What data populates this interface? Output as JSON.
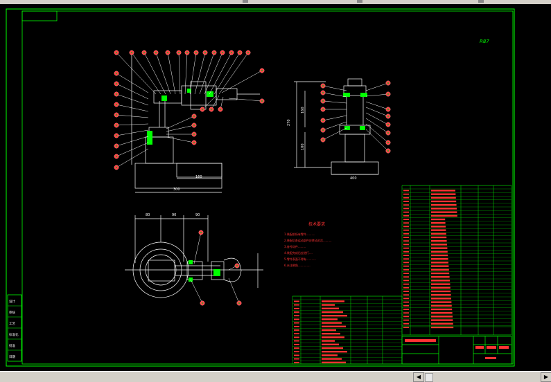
{
  "window": {
    "scroll_left_icon": "triangle-left",
    "scroll_right_icon": "triangle-right"
  },
  "drawing": {
    "border_color": "#00ff00",
    "line_color": "#ffffff",
    "balloon_color": "#ff4444",
    "text_color": "#ff3333",
    "table_color": "#00cc00",
    "title_badge_text": "R87",
    "dims": {
      "front_height_1": "270",
      "front_height_2": "160",
      "front_height_3": "100",
      "side_width": "400",
      "side_height_a": "270",
      "side_height_b": "160",
      "plan_dim_1": "80",
      "plan_dim_2": "90",
      "plan_dim_3": "90",
      "base_w": "300"
    },
    "notes_title": "技术要求",
    "notes": [
      "1.装配前所有零件..........",
      "2.装配后各运动部件应转动灵活..........",
      "3.各传动件.........",
      "4.装配完成后应进行....",
      "5.零件表面不得有...........",
      "6.未注倒角.............."
    ],
    "side_labels": [
      "设计",
      "审核",
      "工艺",
      "标准化",
      "批准",
      "日期"
    ]
  }
}
